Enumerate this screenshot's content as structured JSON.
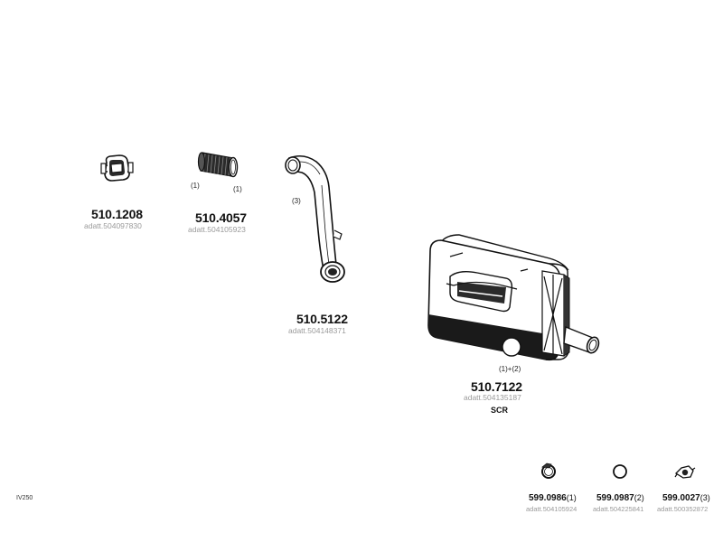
{
  "parts": [
    {
      "code": "510.1208",
      "adatt": "adatt.504097830",
      "icon": "clamp-icon"
    },
    {
      "code": "510.4057",
      "adatt": "adatt.504105923",
      "icon": "flex-pipe-icon",
      "notes": [
        "(1)",
        "(1)"
      ]
    },
    {
      "code": "510.5122",
      "adatt": "adatt.504148371",
      "icon": "bent-pipe-icon",
      "notes": [
        "(3)"
      ]
    },
    {
      "code": "510.7122",
      "adatt": "adatt.504135187",
      "icon": "muffler-icon",
      "notes": [
        "(1)+(2)"
      ],
      "sub": "SCR"
    }
  ],
  "accessories": [
    {
      "code": "599.0986",
      "qty": "(1)",
      "adatt": "adatt.504105924",
      "icon": "hose-clamp-icon"
    },
    {
      "code": "599.0987",
      "qty": "(2)",
      "adatt": "adatt.504225841",
      "icon": "gasket-ring-icon"
    },
    {
      "code": "599.0027",
      "qty": "(3)",
      "adatt": "adatt.500352872",
      "icon": "mounting-bracket-icon"
    }
  ],
  "model_label": "IV250",
  "colors": {
    "ink": "#111111",
    "muted": "#9a9a9a"
  }
}
